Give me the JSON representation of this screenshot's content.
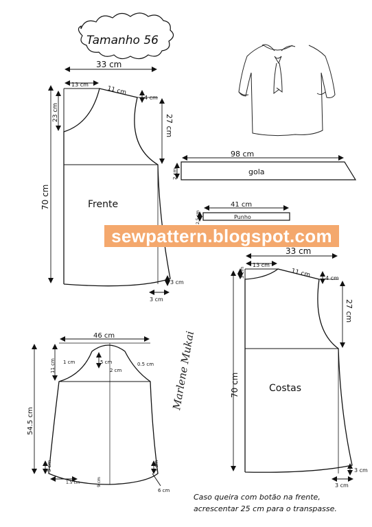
{
  "title": "Tamanho 56",
  "watermark": "sewpattern.blogspot.com",
  "signature": "Marlene Mukai",
  "front": {
    "label": "Frente",
    "width": "33 cm",
    "neck_width": "13 cm",
    "shoulder": "11 cm",
    "shoulder_drop": "4 cm",
    "neck_depth": "23 cm",
    "armhole": "27 cm",
    "length": "70 cm",
    "hem_rise": "3 cm",
    "hem_ext": "3 cm"
  },
  "back": {
    "label": "Costas",
    "width": "33 cm",
    "neck_width": "13 cm",
    "shoulder": "11 cm",
    "shoulder_drop": "4 cm",
    "neck_depth": "3 cm",
    "armhole": "27 cm",
    "length": "70 cm",
    "hem_rise": "3 cm",
    "hem_ext": "3 cm"
  },
  "collar": {
    "label": "gola",
    "length": "98 cm",
    "height": "2 cm"
  },
  "cuff": {
    "label": "Punho",
    "length": "41 cm",
    "height": "2.5 cm"
  },
  "sleeve": {
    "width": "46 cm",
    "cap": "11 cm",
    "left_pt": "1 cm",
    "cap_top": "5 cm",
    "mid_pt": "2 cm",
    "right_pt": "0.5 cm",
    "length": "54.5 cm",
    "hem_left": "3 cm",
    "hem_slit": "1.5 cm",
    "hem_mid": "9 cm",
    "hem_right": "3 cm",
    "slit": "6 cm"
  },
  "note_line1": "Caso queira com botão na frente,",
  "note_line2": "acrescentar 25 cm para o transpasse."
}
